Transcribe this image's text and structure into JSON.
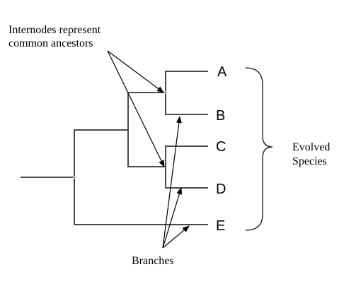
{
  "annotations": {
    "internodes_line1": "Internodes represent",
    "internodes_line2": "common ancestors",
    "branches": "Branches",
    "evolved_line1": "Evolved",
    "evolved_line2": "Species"
  },
  "leaves": [
    "A",
    "B",
    "C",
    "D",
    "E"
  ],
  "colors": {
    "tree": "#4a4a4a",
    "arrows": "#000000",
    "node_marker": "#b8b8b8"
  }
}
